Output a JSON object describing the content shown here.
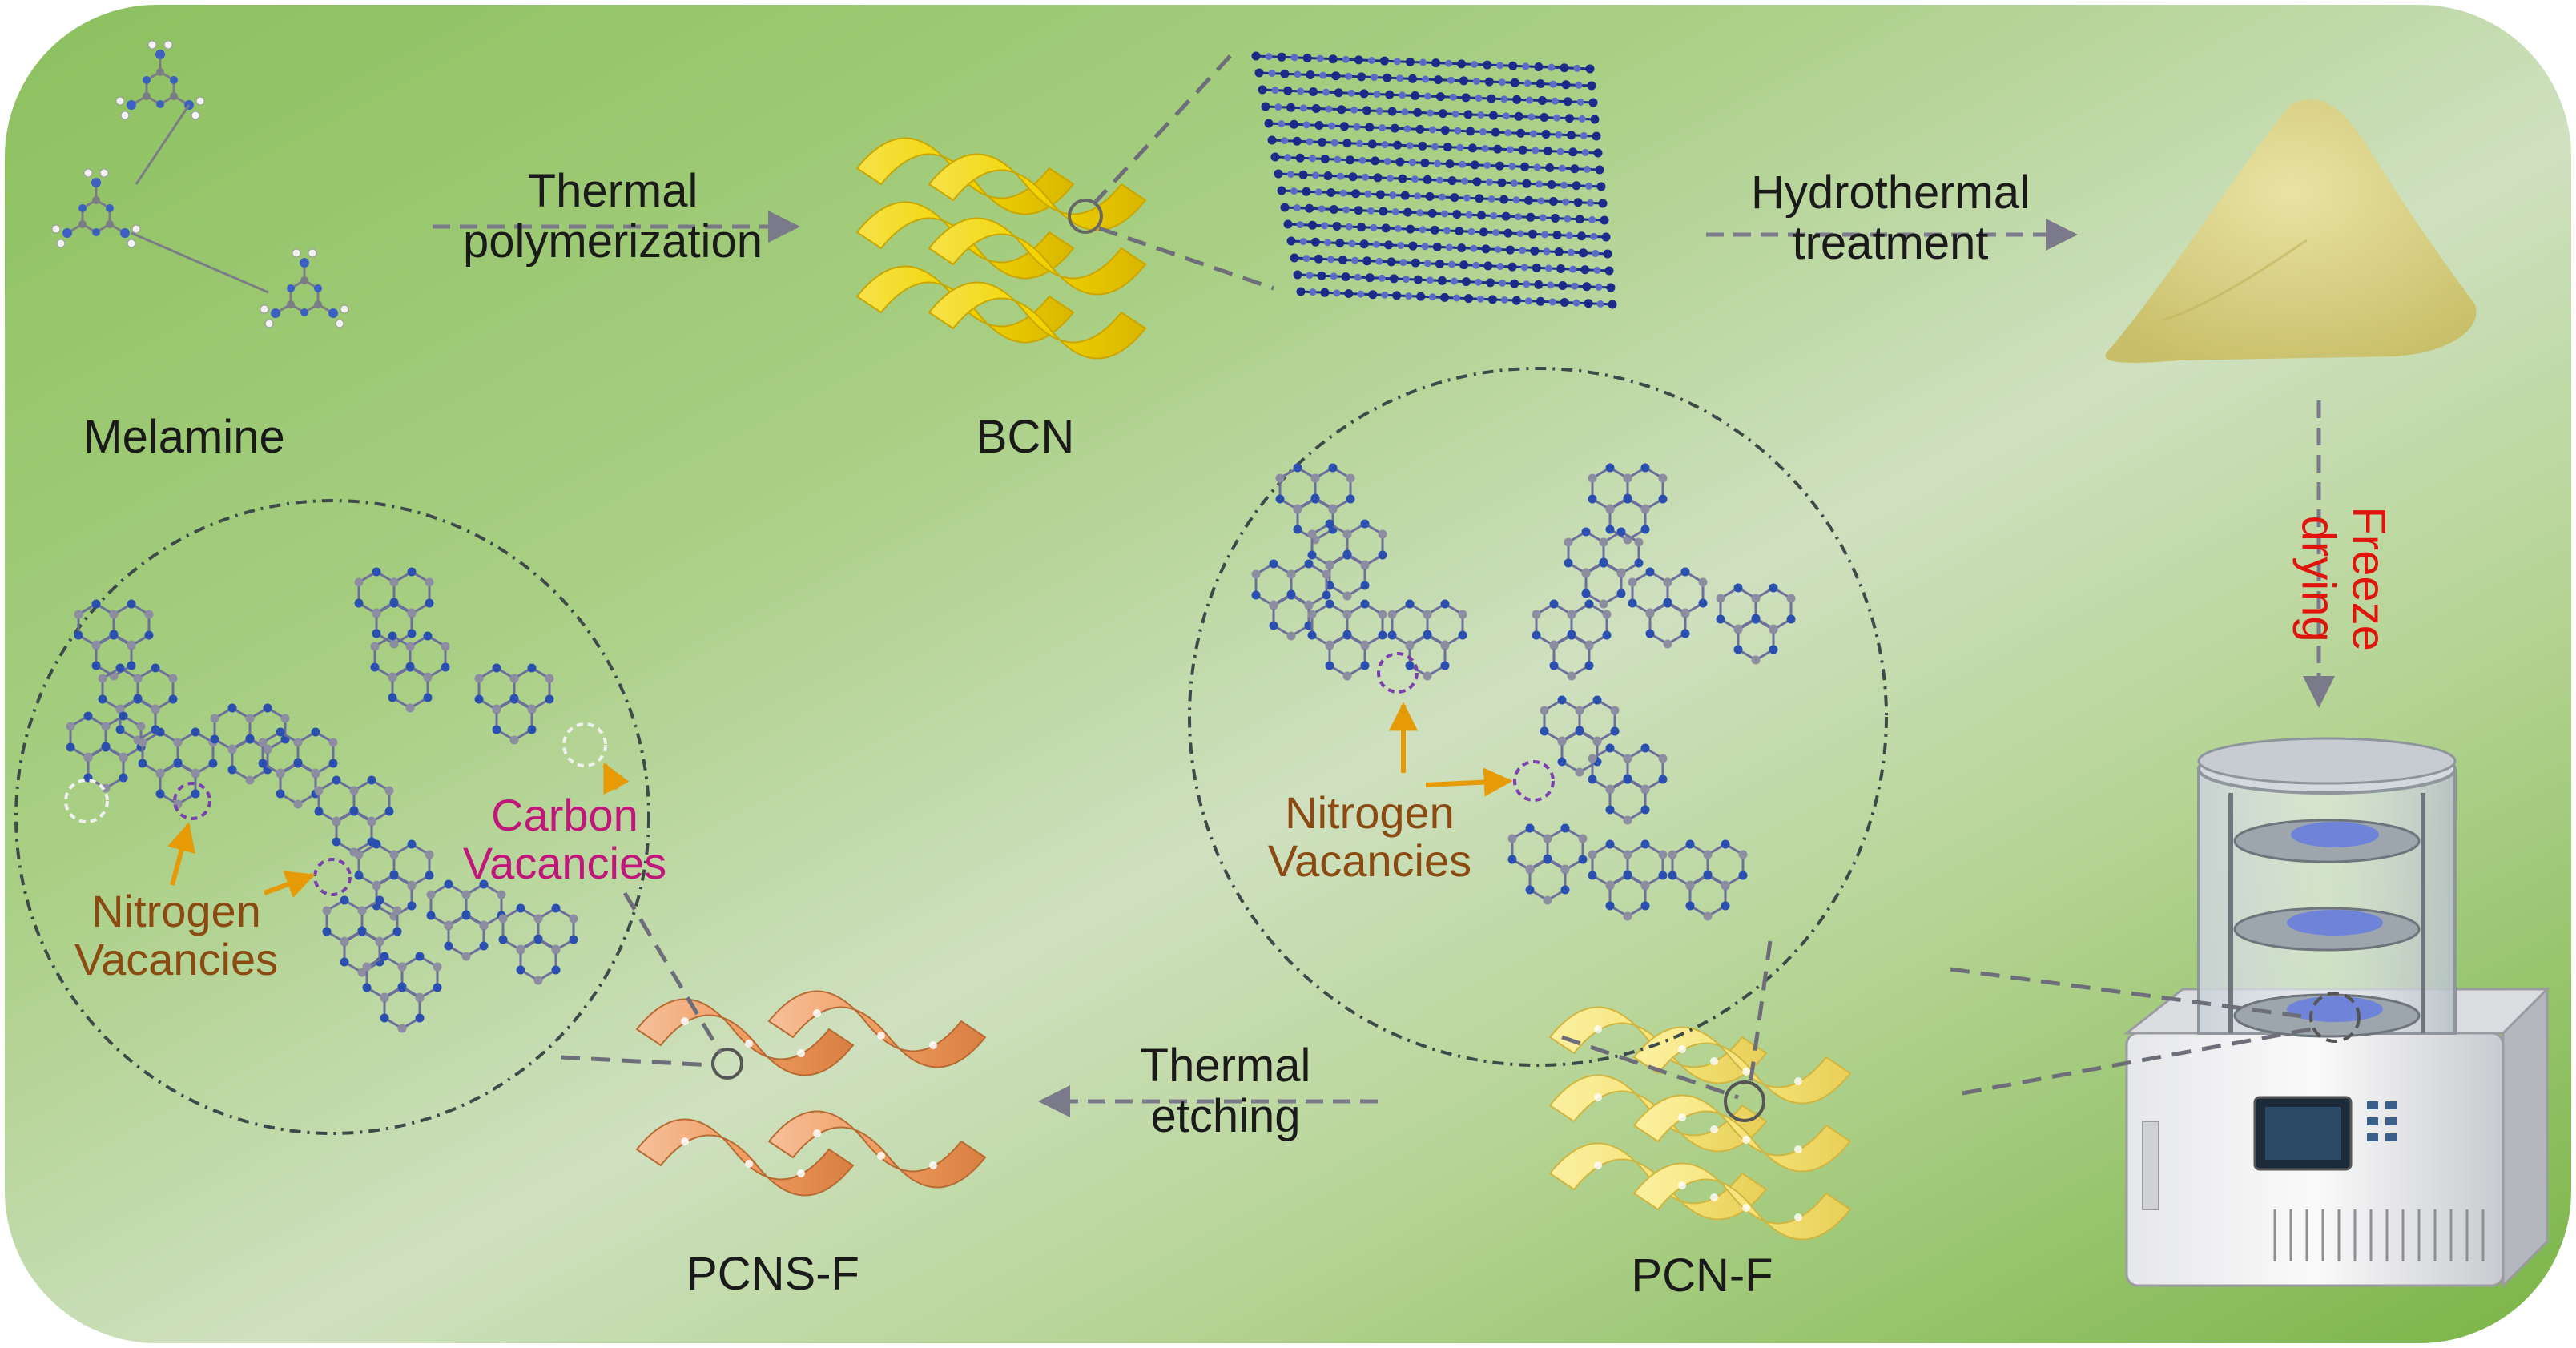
{
  "labels": {
    "melamine": "Melamine",
    "bcn": "BCN",
    "pcn_f": "PCN-F",
    "pcns_f": "PCNS-F"
  },
  "steps": {
    "thermal_polymerization": [
      "Thermal",
      "polymerization"
    ],
    "hydrothermal_treatment": [
      "Hydrothermal",
      "treatment"
    ],
    "freeze_drying": [
      "Freeze",
      "drying"
    ],
    "thermal_etching": [
      "Thermal",
      "etching"
    ]
  },
  "defects": {
    "nitrogen_vacancies_left": [
      "Nitrogen",
      "Vacancies"
    ],
    "carbon_vacancies": [
      "Carbon",
      "Vacancies"
    ],
    "nitrogen_vacancies_right": [
      "Nitrogen",
      "Vacancies"
    ]
  },
  "colors": {
    "background_light": "#d3e3c8",
    "background_green": "#8fc063",
    "arrow_gray": "#7a7a8a",
    "nitrogen_atom": "#2a4fb0",
    "carbon_atom": "#8d8da2",
    "sheet_yellow": "#f2d800",
    "sheet_orange": "#f0a06a",
    "powder": "#d7cf80",
    "vacancy_arrow": "#e59a06",
    "freeze_label": "#e0140c",
    "nitrogen_label": "#8a4a12",
    "carbon_label": "#c0187a"
  }
}
